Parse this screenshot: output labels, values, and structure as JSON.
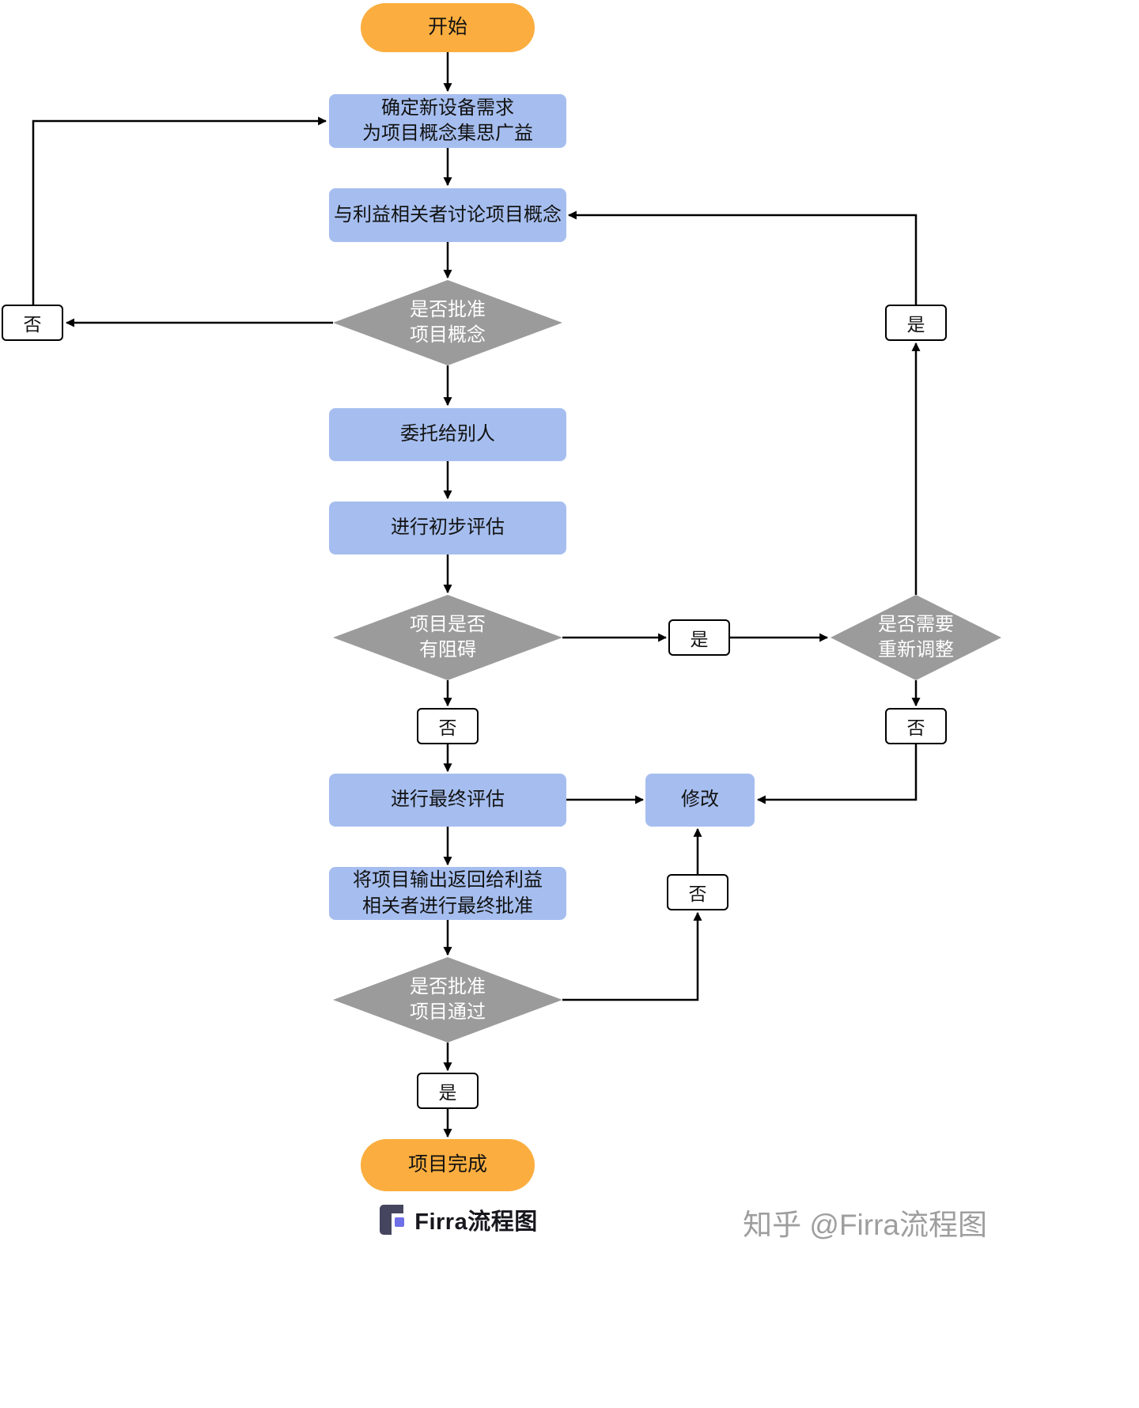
{
  "colors": {
    "terminal_fill": "#FBAE3F",
    "process_fill": "#A6BEEF",
    "decision_fill": "#9B9B9B",
    "decision_text": "#FFFFFF",
    "edge": "#000000",
    "label_bg": "#FFFFFF",
    "label_border": "#000000",
    "brand_text": "#17171E",
    "watermark_text": "#9E9E9E",
    "logo_primary": "#45455F",
    "logo_accent": "#6F6FE8"
  },
  "nodes": {
    "start": "开始",
    "identify_requirements": "确定新设备需求\n为项目概念集思广益",
    "discuss_with_stakeholders": "与利益相关者讨论项目概念",
    "approve_concept": "是否批准\n项目概念",
    "delegate": "委托给别人",
    "preliminary_evaluation": "进行初步评估",
    "has_obstacles": "项目是否\n有阻碍",
    "need_readjust": "是否需要\n重新调整",
    "final_evaluation": "进行最终评估",
    "modify": "修改",
    "return_output": "将项目输出返回给利益\n相关者进行最终批准",
    "approve_pass": "是否批准\n项目通过",
    "end": "项目完成"
  },
  "edge_labels": {
    "d1_no": "否",
    "d3_yes": "是",
    "d2_yes": "是",
    "d3_no": "否",
    "d2_no": "否",
    "d4_no": "否",
    "d4_yes": "是"
  },
  "footer": {
    "brand": "Firra流程图"
  },
  "watermark": "知乎 @Firra流程图"
}
